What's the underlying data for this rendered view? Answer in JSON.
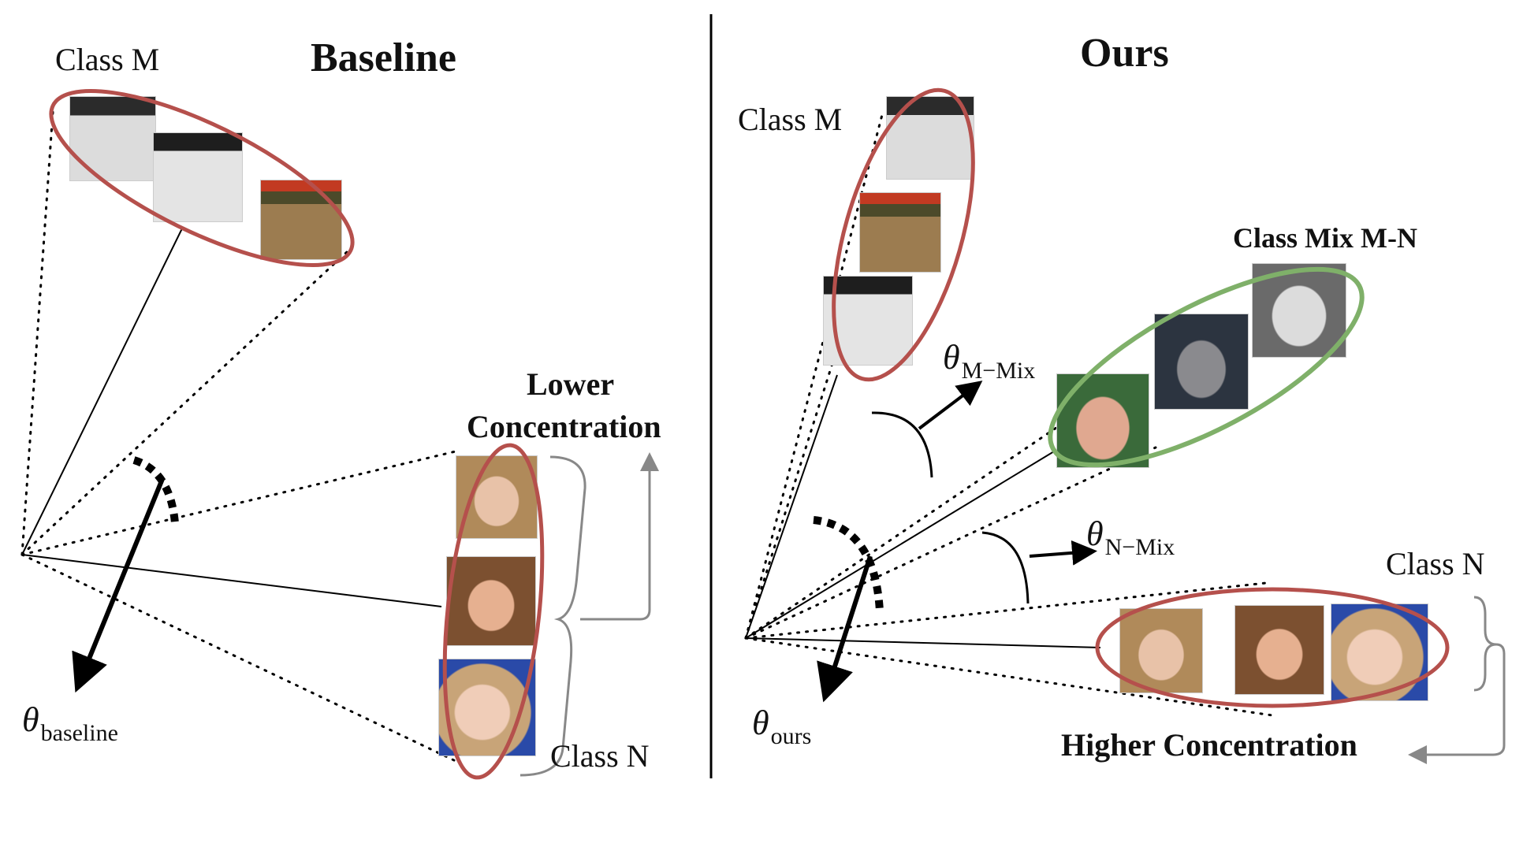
{
  "baseline": {
    "title": "Baseline",
    "class_m": "Class M",
    "class_n": "Class N",
    "concentration_line1": "Lower",
    "concentration_line2": "Concentration",
    "theta_symbol": "θ",
    "theta_sub": "baseline"
  },
  "ours": {
    "title": "Ours",
    "class_m": "Class M",
    "class_n": "Class N",
    "class_mix": "Class Mix M-N",
    "concentration": "Higher Concentration",
    "theta_symbol": "θ",
    "theta_sub": "ours",
    "theta_m_mix_symbol": "θ",
    "theta_m_mix_sub": "M−Mix",
    "theta_n_mix_symbol": "θ",
    "theta_n_mix_sub": "N−Mix"
  },
  "colors": {
    "class_ellipse": "#b5504c",
    "mix_ellipse": "#7fb069",
    "bracket": "#888888",
    "line": "#000000"
  },
  "face_images": {
    "class_m": [
      "man-cap-grayscale-1",
      "man-cap-grayscale-2",
      "man-cap-color"
    ],
    "class_n": [
      "woman-blonde-1",
      "woman-brunette-red-lips",
      "woman-blonde-blue-bg"
    ],
    "mix": [
      "man-mix-1",
      "man-mix-2",
      "man-mix-3"
    ]
  }
}
